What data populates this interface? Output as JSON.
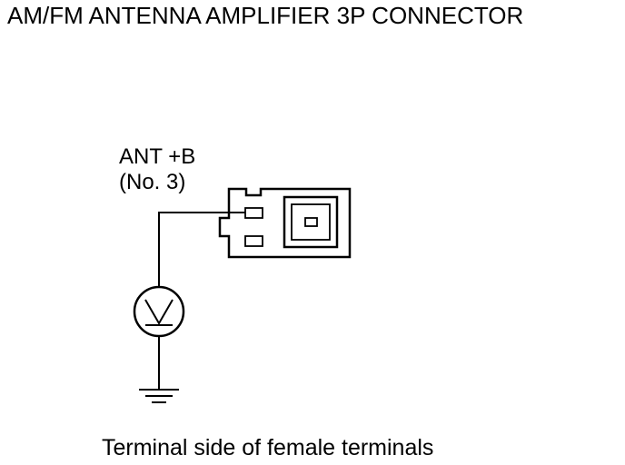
{
  "diagram": {
    "title": "AM/FM ANTENNA AMPLIFIER 3P CONNECTOR",
    "terminal_label": {
      "name": "ANT +B",
      "number": "(No. 3)"
    },
    "meter_symbol": "V",
    "caption": "Terminal side of female terminals",
    "icons": {
      "meter": "voltmeter-icon",
      "ground": "ground-icon",
      "connector": "connector-icon"
    },
    "colors": {
      "line": "#000000",
      "background": "#ffffff"
    }
  }
}
